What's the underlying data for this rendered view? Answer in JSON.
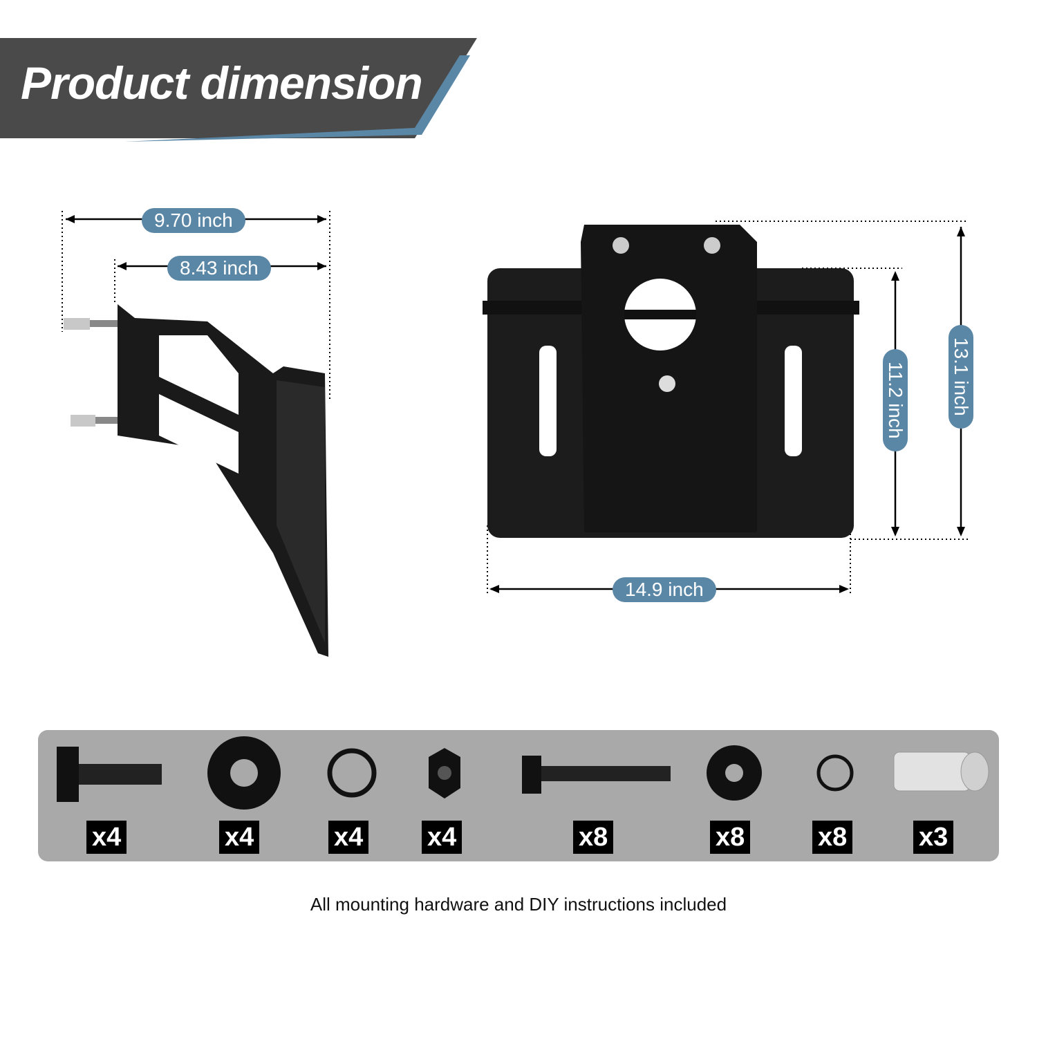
{
  "header": {
    "title": "Product dimension",
    "banner_color": "#4a4a4a",
    "accent_color": "#5b87a6"
  },
  "side_view": {
    "dimensions": [
      "9.70 inch",
      "8.43 inch"
    ]
  },
  "front_view": {
    "dimensions": {
      "width": "14.9 inch",
      "inner_height": "11.2 inch",
      "total_height": "13.1 inch"
    }
  },
  "hardware": {
    "items": [
      {
        "icon": "hex-bolt-large-icon",
        "qty": "x4"
      },
      {
        "icon": "flat-washer-large-icon",
        "qty": "x4"
      },
      {
        "icon": "split-lock-washer-large-icon",
        "qty": "x4"
      },
      {
        "icon": "flange-nut-icon",
        "qty": "x4"
      },
      {
        "icon": "hex-bolt-long-icon",
        "qty": "x8"
      },
      {
        "icon": "flat-washer-small-icon",
        "qty": "x8"
      },
      {
        "icon": "split-lock-washer-small-icon",
        "qty": "x8"
      },
      {
        "icon": "lug-nut-icon",
        "qty": "x3"
      }
    ]
  },
  "caption": "All mounting hardware and DIY instructions included"
}
